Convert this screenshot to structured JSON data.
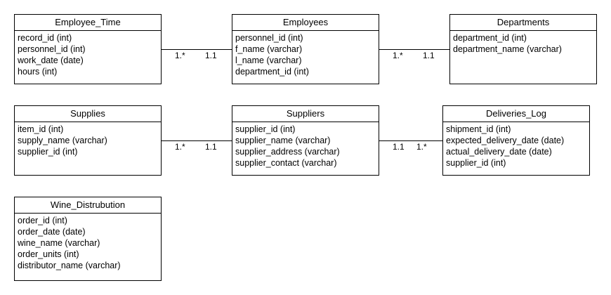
{
  "entities": {
    "employee_time": {
      "title": "Employee_Time",
      "attributes": [
        "record_id (int)",
        "personnel_id (int)",
        "work_date (date)",
        "hours (int)"
      ]
    },
    "employees": {
      "title": "Employees",
      "attributes": [
        "personnel_id (int)",
        "f_name (varchar)",
        "l_name (varchar)",
        "department_id (int)"
      ]
    },
    "departments": {
      "title": "Departments",
      "attributes": [
        "department_id (int)",
        "department_name (varchar)"
      ]
    },
    "supplies": {
      "title": "Supplies",
      "attributes": [
        "item_id (int)",
        "supply_name (varchar)",
        "supplier_id (int)"
      ]
    },
    "suppliers": {
      "title": "Suppliers",
      "attributes": [
        "supplier_id (int)",
        "supplier_name (varchar)",
        "supplier_address (varchar)",
        "supplier_contact (varchar)"
      ]
    },
    "deliveries_log": {
      "title": "Deliveries_Log",
      "attributes": [
        "shipment_id (int)",
        "expected_delivery_date (date)",
        "actual_delivery_date (date)",
        "supplier_id (int)"
      ]
    },
    "wine_distrubution": {
      "title": "Wine_Distrubution",
      "attributes": [
        "order_id (int)",
        "order_date (date)",
        "wine_name (varchar)",
        "order_units (int)",
        "distributor_name (varchar)"
      ]
    }
  },
  "relationships": [
    {
      "from": "Employee_Time",
      "to": "Employees",
      "from_card": "1.*",
      "to_card": "1.1"
    },
    {
      "from": "Employees",
      "to": "Departments",
      "from_card": "1.*",
      "to_card": "1.1"
    },
    {
      "from": "Supplies",
      "to": "Suppliers",
      "from_card": "1.*",
      "to_card": "1.1"
    },
    {
      "from": "Suppliers",
      "to": "Deliveries_Log",
      "from_card": "1.1",
      "to_card": "1.*"
    }
  ]
}
